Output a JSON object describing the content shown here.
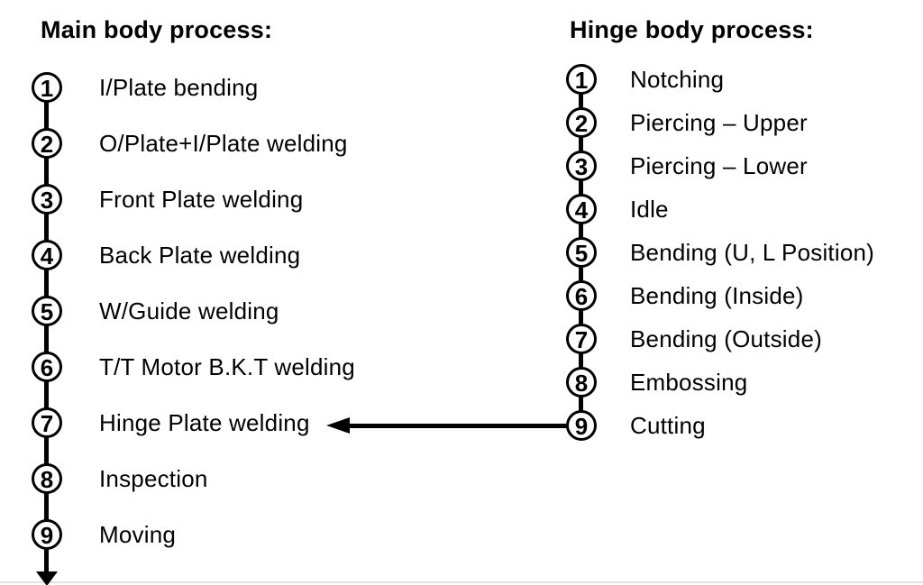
{
  "page": {
    "background": "#ffffff",
    "line_color": "#000000",
    "divider_color": "#e3e3e3"
  },
  "diagram": {
    "columns": [
      {
        "title": "Main body process:",
        "items": [
          {
            "num": "1",
            "label": "I/Plate bending"
          },
          {
            "num": "2",
            "label": "O/Plate+I/Plate welding"
          },
          {
            "num": "3",
            "label": "Front Plate welding"
          },
          {
            "num": "4",
            "label": "Back Plate welding"
          },
          {
            "num": "5",
            "label": "W/Guide welding"
          },
          {
            "num": "6",
            "label": "T/T Motor B.K.T welding"
          },
          {
            "num": "7",
            "label": "Hinge Plate welding"
          },
          {
            "num": "8",
            "label": "Inspection"
          },
          {
            "num": "9",
            "label": "Moving"
          }
        ],
        "tail": "down-arrow"
      },
      {
        "title": "Hinge body process:",
        "items": [
          {
            "num": "1",
            "label": "Notching"
          },
          {
            "num": "2",
            "label": "Piercing – Upper"
          },
          {
            "num": "3",
            "label": "Piercing – Lower"
          },
          {
            "num": "4",
            "label": "Idle"
          },
          {
            "num": "5",
            "label": "Bending (U, L Position)"
          },
          {
            "num": "6",
            "label": "Bending (Inside)"
          },
          {
            "num": "7",
            "label": "Bending (Outside)"
          },
          {
            "num": "8",
            "label": "Embossing"
          },
          {
            "num": "9",
            "label": "Cutting"
          }
        ]
      }
    ],
    "connector": {
      "from": "Hinge body step 9 (Cutting)",
      "to": "Main body step 7 (Hinge Plate welding)",
      "direction": "left"
    }
  }
}
